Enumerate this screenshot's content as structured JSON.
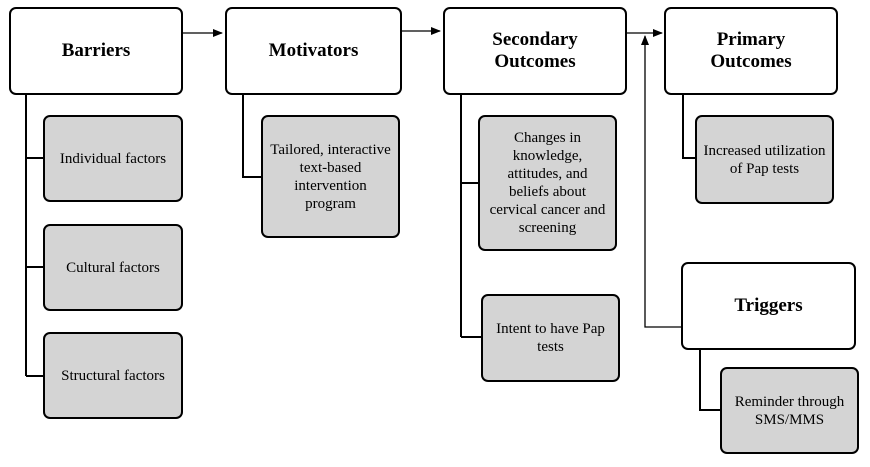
{
  "columns": {
    "barriers": {
      "title": "Barriers",
      "items": [
        "Individual factors",
        "Cultural factors",
        "Structural factors"
      ]
    },
    "motivators": {
      "title": "Motivators",
      "items": [
        "Tailored, interactive text-based intervention program"
      ]
    },
    "secondary_outcomes": {
      "title": "Secondary Outcomes",
      "items": [
        "Changes in knowledge, attitudes, and beliefs about cervical cancer and screening",
        "Intent to have Pap tests"
      ]
    },
    "primary_outcomes": {
      "title": "Primary Outcomes",
      "items": [
        "Increased utilization of Pap tests"
      ]
    },
    "triggers": {
      "title": "Triggers",
      "items": [
        "Reminder through SMS/MMS"
      ]
    }
  },
  "colors": {
    "header_fill": "#ffffff",
    "item_fill": "#d4d4d4",
    "stroke": "#000000"
  }
}
